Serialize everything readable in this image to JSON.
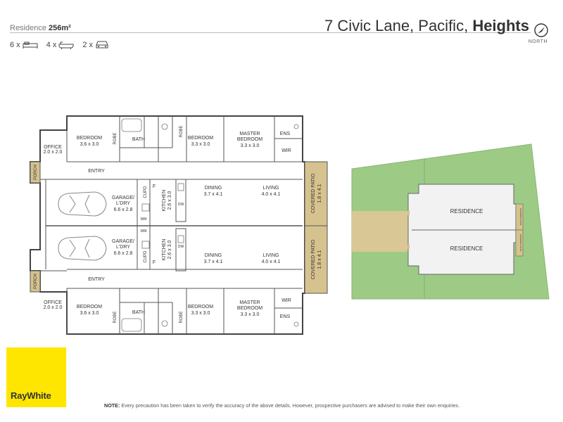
{
  "header": {
    "residence_label": "Residence",
    "residence_area": "256m²",
    "bed_count": "6 x",
    "bath_count": "4 x",
    "car_count": "2 x",
    "address_main": "7 Civic Lane, Pacific,",
    "address_bold": "Heights",
    "north_label": "NORTH"
  },
  "floorplan": {
    "office": "OFFICE",
    "office_dim": "2.0 x 2.0",
    "porch": "PORCH",
    "bedroom": "BEDROOM",
    "bedroom_left_dim": "3.6 x 3.0",
    "bedroom_mid_dim": "3.3 x 3.0",
    "robe": "ROBE",
    "bath": "BATH",
    "master": "MASTER",
    "master_dim": "3.3 x 3.0",
    "ens": "ENS",
    "wir": "WIR",
    "entry": "ENTRY",
    "garage": "GARAGE/",
    "laundry": "L'DRY",
    "garage_dim": "6.6 x 2.8",
    "cupd": "CUPD",
    "f": "F",
    "wm": "WM",
    "kitchen": "KITCHEN",
    "kitchen_dim": "2.6 x 3.0",
    "dw": "DW",
    "dining": "DINING",
    "dining_dim": "3.7 x 4.1",
    "living": "LIVING",
    "living_dim": "4.0 x 4.1",
    "patio": "COVERED PATIO",
    "patio_dim": "1.8 x 4.1"
  },
  "siteplan": {
    "residence_top": "RESIDENCE",
    "residence_bottom": "RESIDENCE",
    "patio_small": "COVERED PATIO"
  },
  "brand": {
    "logo_text": "RayWhite"
  },
  "footer": {
    "note_label": "NOTE:",
    "note_text": "Every precaution has been taken to verify the accuracy of the above details. However, prospective purchasers are advised to make their own enquiries."
  },
  "colors": {
    "logo_bg": "#ffe600",
    "lawn": "#9dcb85",
    "patio": "#d6c28e",
    "driveway": "#d9c795"
  }
}
